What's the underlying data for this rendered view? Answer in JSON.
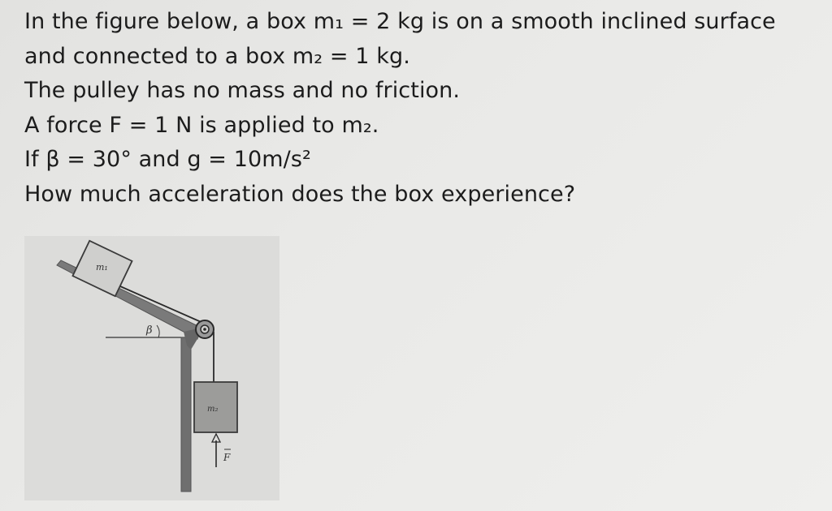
{
  "problem": {
    "lines": [
      "In the figure below, a box m₁ = 2 kg is on a smooth inclined surface",
      "and connected to a box m₂ = 1 kg.",
      "The pulley has no mass and no friction.",
      "A force F = 1 N is applied to m₂.",
      "If β = 30° and g = 10m/s²",
      "How much acceleration does the box experience?"
    ]
  },
  "figure": {
    "label_m1": "m₁",
    "label_m2": "m₂",
    "label_beta": "β",
    "label_force": "F"
  }
}
